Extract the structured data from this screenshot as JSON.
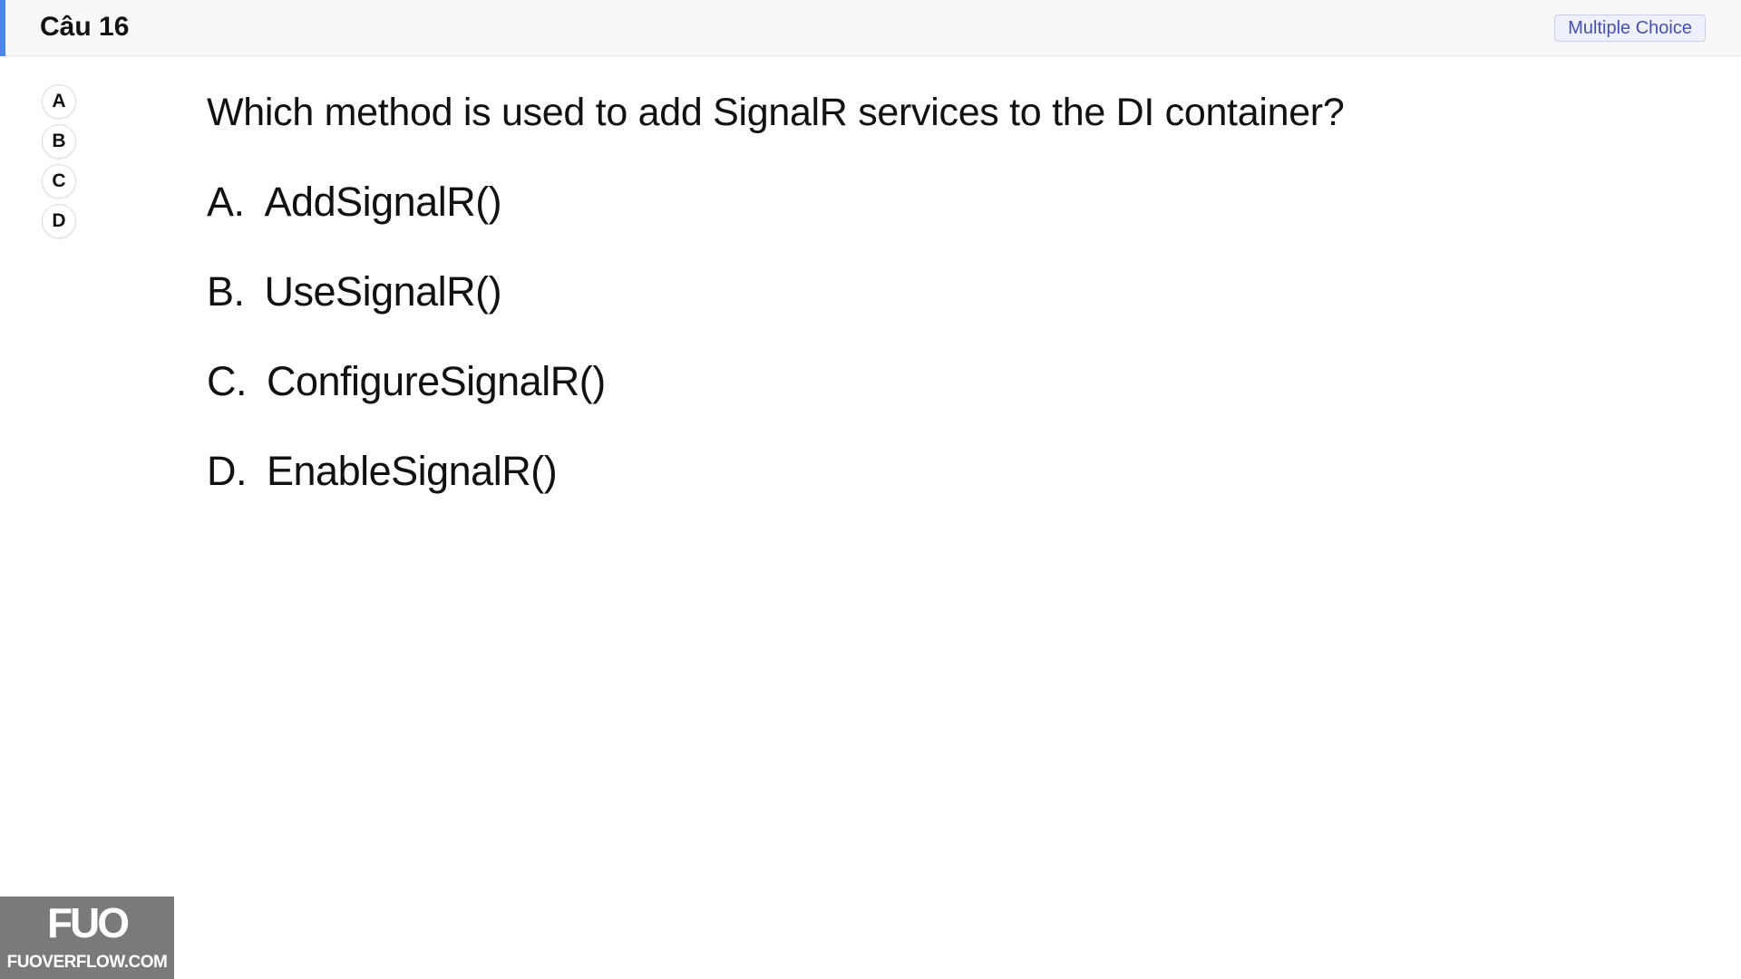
{
  "header": {
    "title": "Câu 16",
    "badge": "Multiple Choice",
    "accent_color": "#4a86e8"
  },
  "options_nav": [
    "A",
    "B",
    "C",
    "D"
  ],
  "question": {
    "text": "Which method is used to add SignalR services to the DI container?",
    "answers": [
      {
        "letter": "A.",
        "text": "AddSignalR()"
      },
      {
        "letter": "B.",
        "text": "UseSignalR()"
      },
      {
        "letter": "C.",
        "text": "ConfigureSignalR()"
      },
      {
        "letter": "D.",
        "text": "EnableSignalR()"
      }
    ]
  },
  "watermark": {
    "logo_text": "FUO",
    "site": "FUOVERFLOW.COM"
  }
}
